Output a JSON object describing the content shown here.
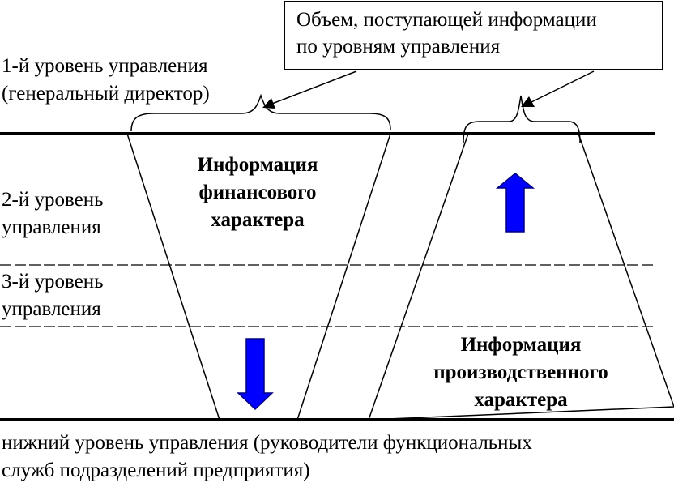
{
  "callout": {
    "line1": "Объем, поступающей информации",
    "line2": "по уровням управления"
  },
  "levels": {
    "level1": {
      "line1": "1-й уровень управления",
      "line2": "(генеральный директор)"
    },
    "level2": {
      "line1": "2-й уровень",
      "line2": "управления"
    },
    "level3": {
      "line1": "3-й уровень",
      "line2": "управления"
    },
    "bottom": {
      "line1": "нижний уровень управления (руководители функциональных",
      "line2": "служб подразделений предприятия)"
    }
  },
  "financial": {
    "line1": "Информация",
    "line2": "финансового",
    "line3": "характера"
  },
  "production": {
    "line1": "Информация",
    "line2": "производственного",
    "line3": "характера"
  },
  "colors": {
    "arrow_fill": "#0000ff",
    "arrow_stroke": "#000080",
    "line": "#000000",
    "shape_fill": "#ffffff"
  }
}
